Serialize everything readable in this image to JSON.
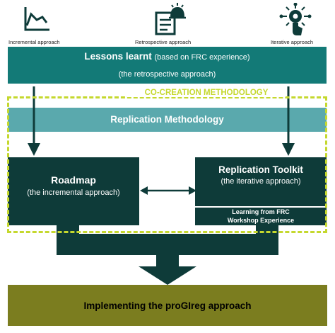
{
  "top_icons": [
    {
      "label": "Incremental approach",
      "icon": "chart-line-icon"
    },
    {
      "label": "Retrospective approach",
      "icon": "document-bell-icon"
    },
    {
      "label": "Iterative approach",
      "icon": "gear-hand-icon"
    }
  ],
  "lessons": {
    "title": "Lessons learnt",
    "title_suffix": "(based on FRC experience)",
    "subtitle": "(the retrospective approach)"
  },
  "cocreation_label": "CO-CREATION METHODOLOGY",
  "replication_methodology": "Replication Methodology",
  "roadmap": {
    "title": "Roadmap",
    "subtitle": "(the incremental approach)"
  },
  "toolkit": {
    "title": "Replication Toolkit",
    "subtitle": "(the iterative approach)",
    "footer_line1": "Learning from FRC",
    "footer_line2": "Workshop Experience"
  },
  "implementing": "Implementing the proGIreg approach",
  "colors": {
    "teal": "#137a77",
    "teal_light": "#5aa9ad",
    "dark": "#0e3b39",
    "olive": "#7b7d1f",
    "dashed": "#c5d82e"
  }
}
